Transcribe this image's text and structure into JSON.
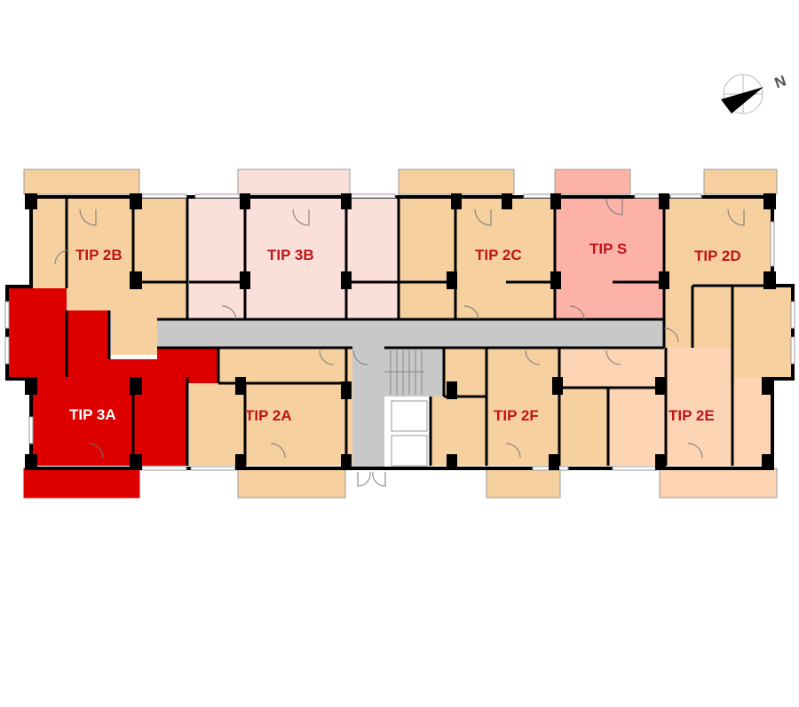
{
  "compass": {
    "north_label": "N"
  },
  "colors": {
    "tan": "#f7d09f",
    "light_pink": "#fbe0da",
    "salmon": "#fdb2a8",
    "peach": "#fdd5b5",
    "selected_red": "#de0000",
    "corridor": "#c8c8c8",
    "label_red": "#c0141a",
    "label_selected": "#ffffff"
  },
  "units": [
    {
      "id": "2B",
      "label": "TIP 2B"
    },
    {
      "id": "3B",
      "label": "TIP 3B"
    },
    {
      "id": "2C",
      "label": "TIP 2C"
    },
    {
      "id": "S",
      "label": "TIP S"
    },
    {
      "id": "2D",
      "label": "TIP 2D"
    },
    {
      "id": "3A",
      "label": "TIP 3A",
      "selected": true
    },
    {
      "id": "2A",
      "label": "TIP 2A"
    },
    {
      "id": "2F",
      "label": "TIP 2F"
    },
    {
      "id": "2E",
      "label": "TIP 2E"
    }
  ]
}
